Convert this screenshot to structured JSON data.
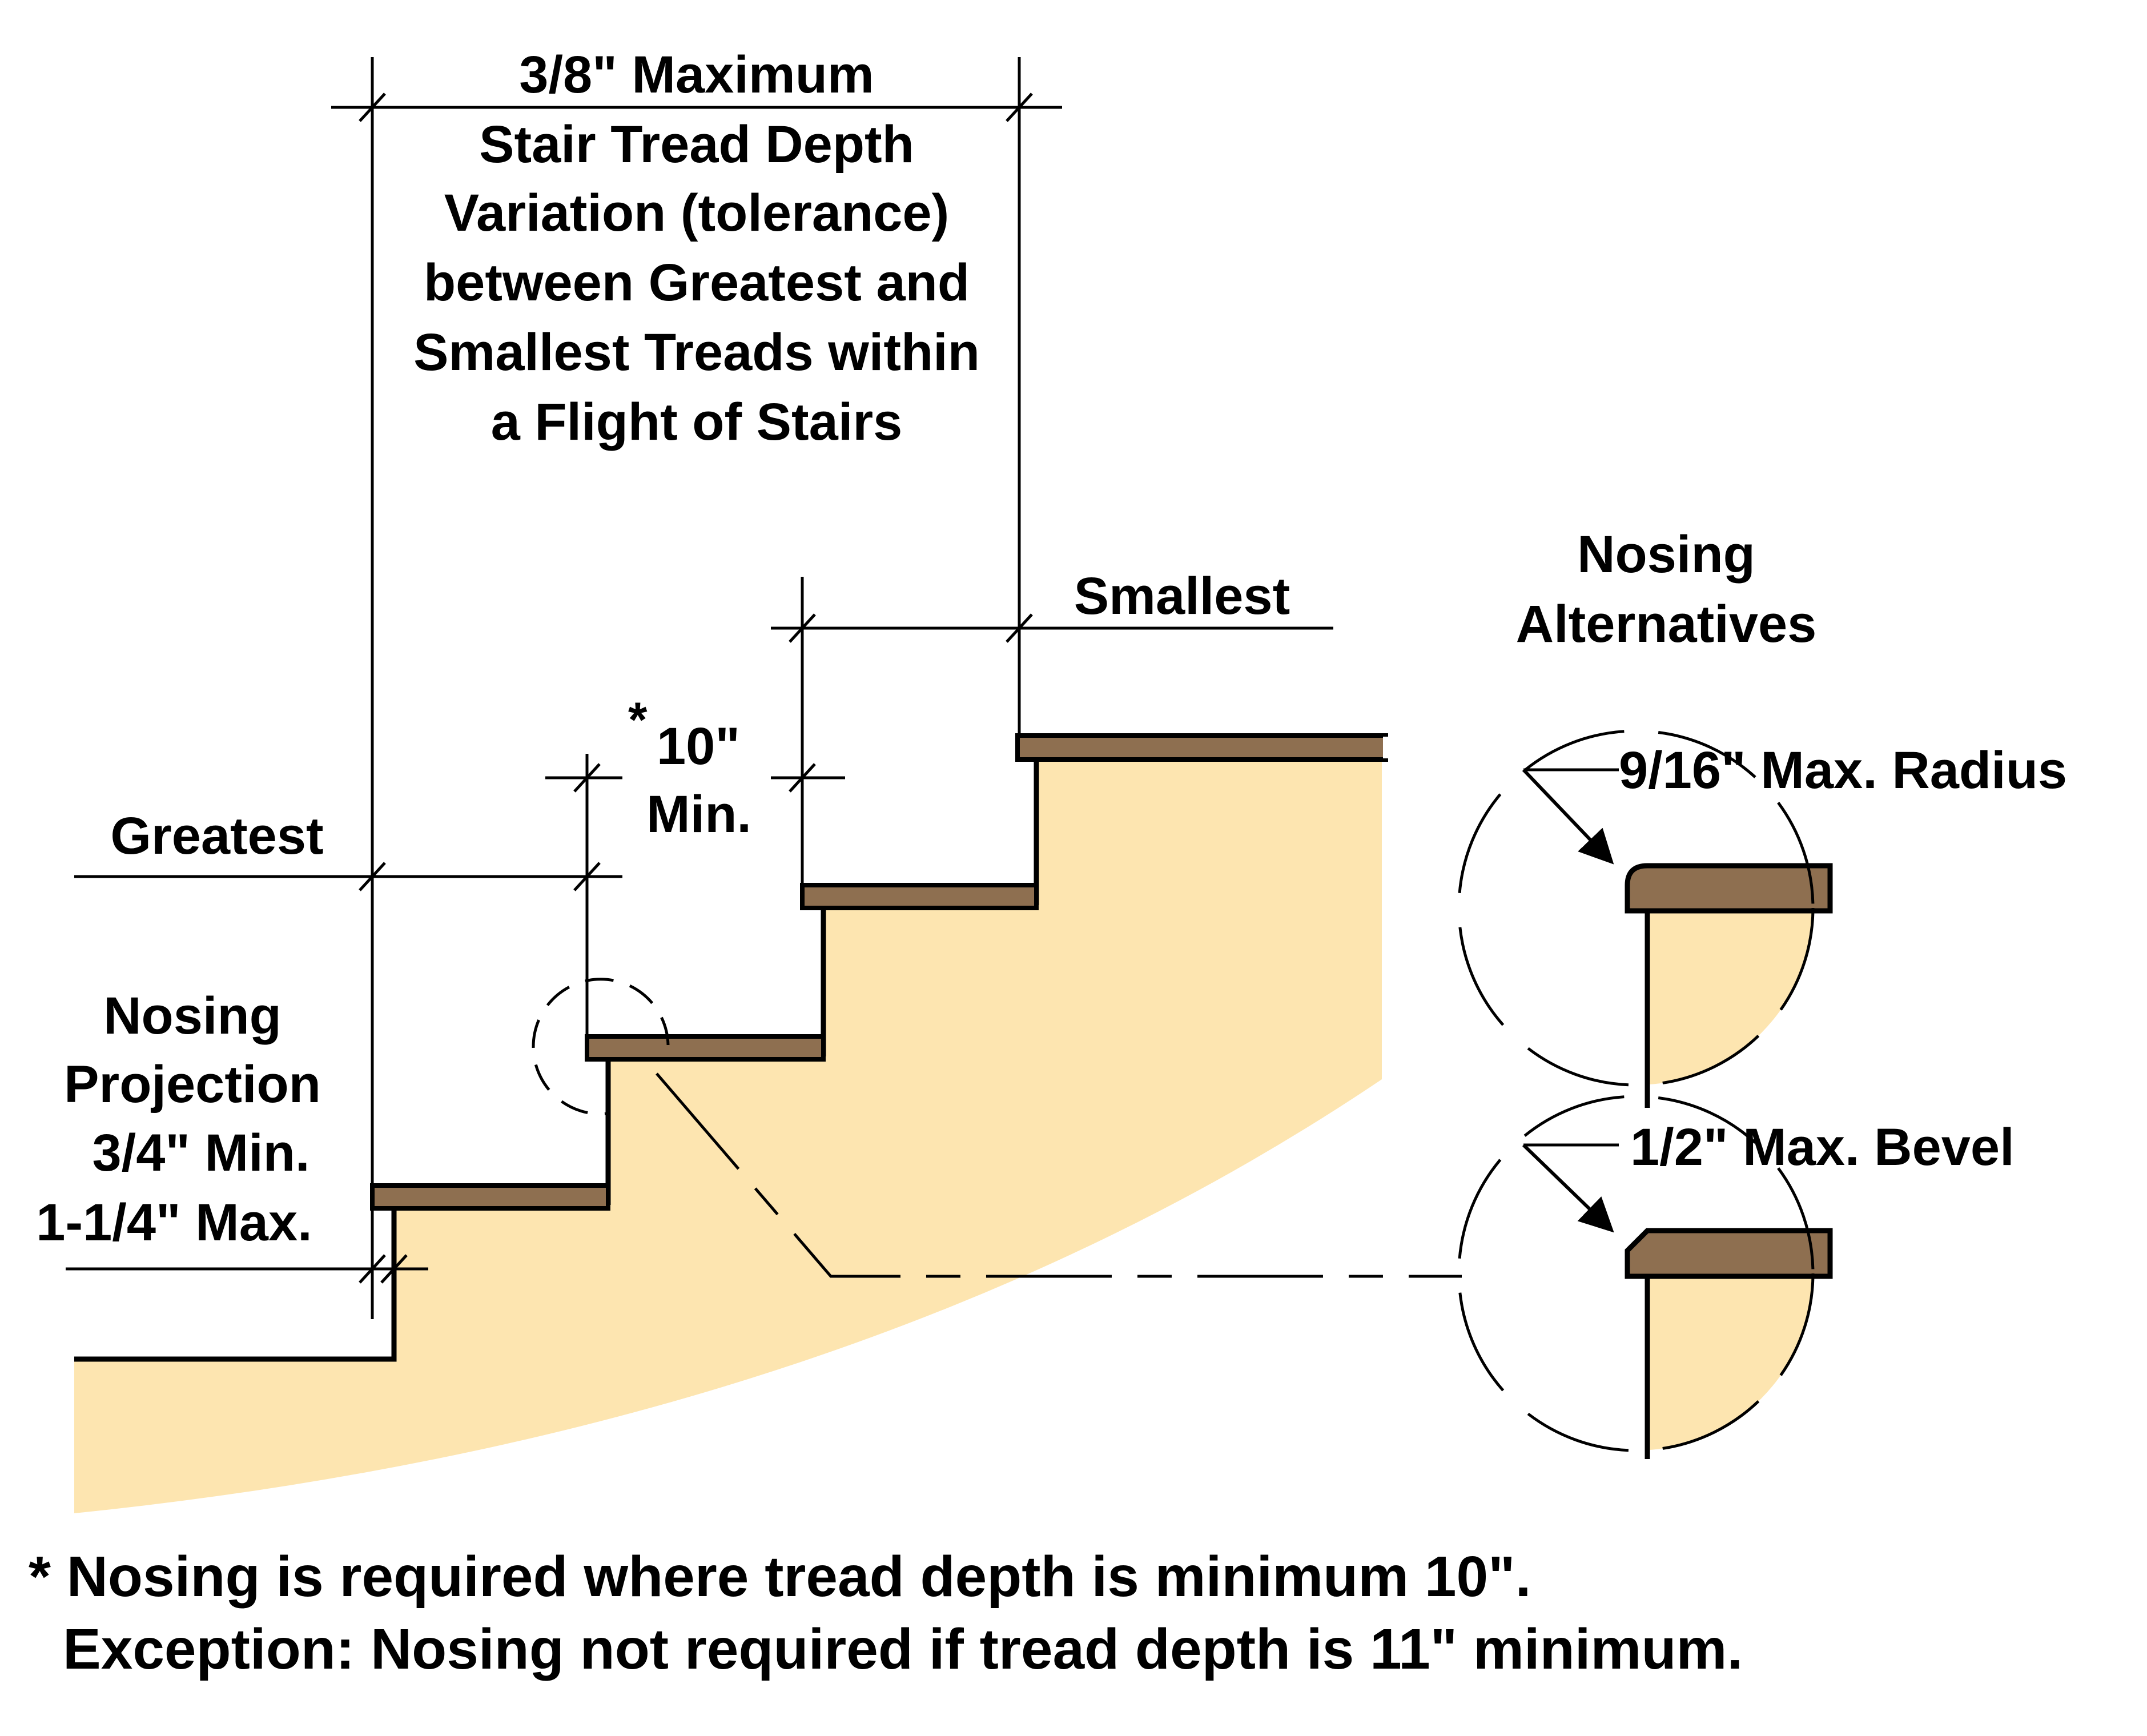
{
  "labels": {
    "tolerance": [
      "3/8\" Maximum",
      "Stair Tread Depth",
      "Variation (tolerance)",
      "between Greatest and",
      "Smallest Treads within",
      "a Flight of Stairs"
    ],
    "smallest": "Smallest",
    "greatest": "Greatest",
    "tread_min_star": "*",
    "tread_min_value": "10\"",
    "tread_min_suffix": "Min.",
    "nosing_projection": [
      "Nosing",
      "Projection",
      "3/4\" Min.",
      "1-1/4\" Max."
    ],
    "nosing_alternatives": [
      "Nosing",
      "Alternatives"
    ],
    "radius": "9/16\" Max. Radius",
    "bevel": "1/2\" Max. Bevel"
  },
  "footnote": {
    "line1": "* Nosing is required where tread depth is minimum 10\".",
    "line2": "Exception: Nosing not required if tread depth is 11\" minimum."
  },
  "colors": {
    "fill": "#FDE5B0",
    "tread": "#8E6F50",
    "line": "#000000"
  }
}
